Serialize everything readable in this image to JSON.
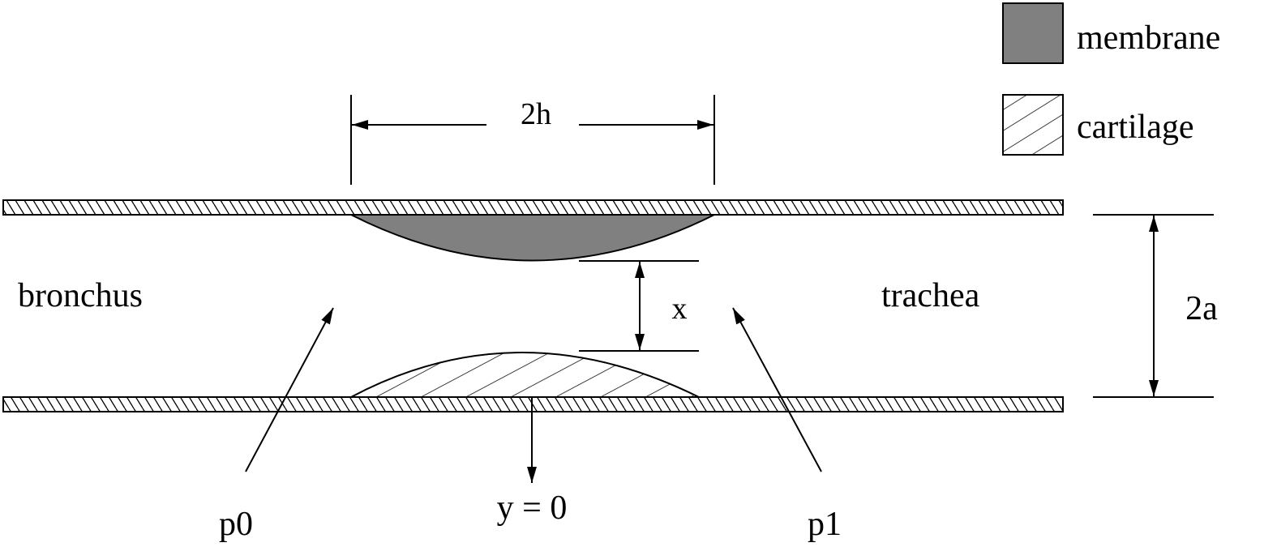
{
  "legend": {
    "membrane": {
      "label": "membrane",
      "color": "#808080"
    },
    "cartilage": {
      "label": "cartilage"
    }
  },
  "labels": {
    "width": "2h",
    "left_region": "bronchus",
    "right_region": "trachea",
    "gap": "x",
    "diameter": "2a",
    "pressure_left": "p0",
    "pressure_right": "p1",
    "origin": "y = 0"
  }
}
